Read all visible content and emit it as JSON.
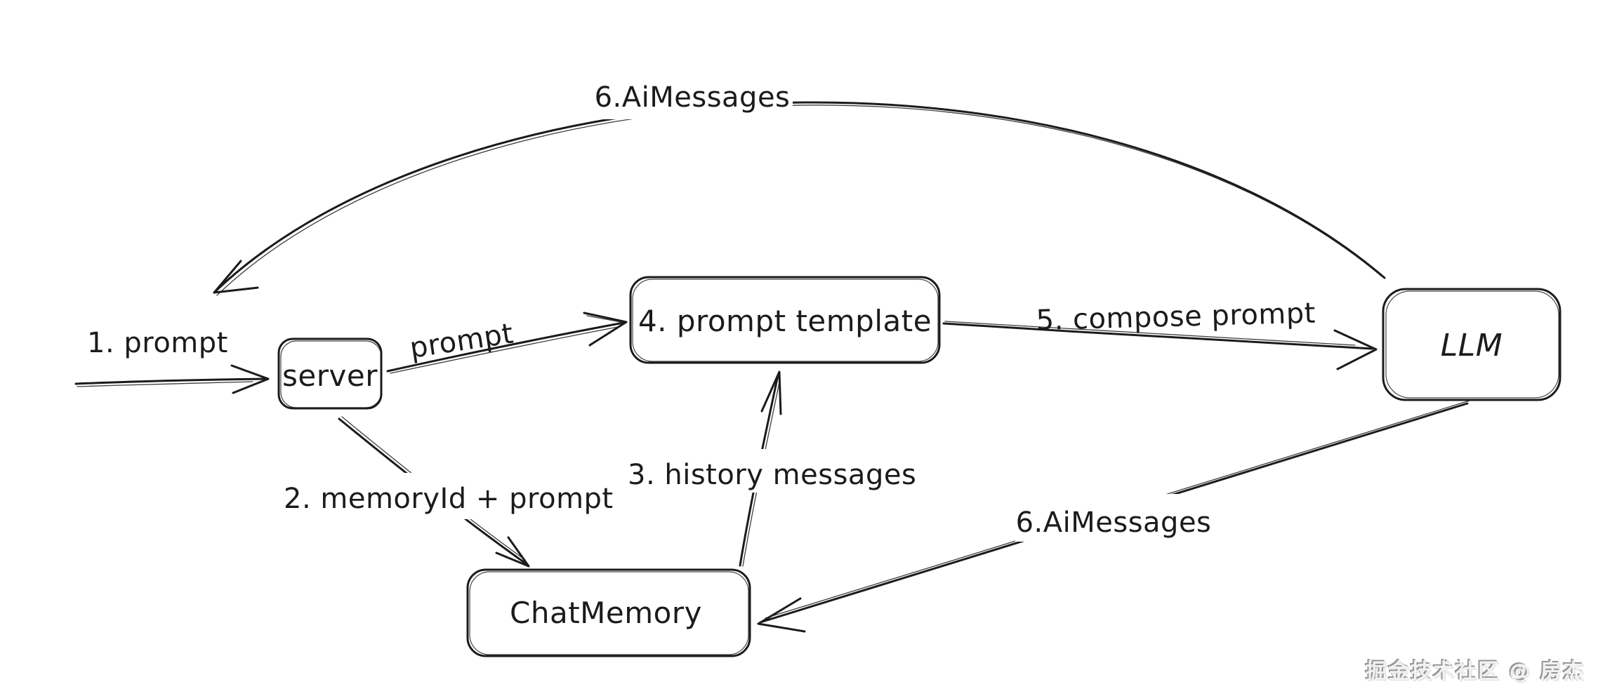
{
  "canvas": {
    "background": "#ffffff",
    "stroke_color": "#1b1b1b"
  },
  "diagram": {
    "nodes": [
      {
        "id": "server",
        "label": "server"
      },
      {
        "id": "prompt-template",
        "label": "4. prompt template"
      },
      {
        "id": "llm",
        "label": "LLM"
      },
      {
        "id": "chat-memory",
        "label": "ChatMemory"
      }
    ],
    "edges": [
      {
        "id": "user-to-server",
        "label": "1. prompt"
      },
      {
        "id": "server-to-template",
        "label": "prompt"
      },
      {
        "id": "template-to-llm",
        "label": "5. compose prompt"
      },
      {
        "id": "server-to-chatmemory",
        "label": "2. memoryId + prompt"
      },
      {
        "id": "chatmemory-to-template",
        "label": "3. history messages"
      },
      {
        "id": "llm-return-to-server",
        "label": "6.AiMessages"
      },
      {
        "id": "llm-to-chatmemory",
        "label": "6.AiMessages"
      }
    ]
  },
  "watermark": {
    "text": "掘金技术社区 @ 房杰"
  }
}
